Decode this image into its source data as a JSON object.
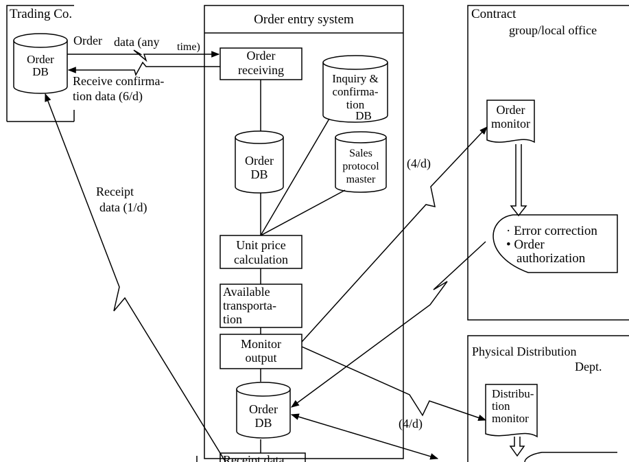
{
  "trading": {
    "title": "Trading Co.",
    "db_line1": "Order",
    "db_line2": "DB",
    "order_data_a": "Order",
    "order_data_b": "data (any",
    "order_data_c": "time)",
    "receive_line1": "Receive confirma-",
    "receive_line2": "tion data (6/d)"
  },
  "oes": {
    "title": "Order entry system",
    "order_receiving_1": "Order",
    "order_receiving_2": "receiving",
    "inquiry_1": "Inquiry &",
    "inquiry_2": "confirma-",
    "inquiry_3": "tion",
    "inquiry_4": "DB",
    "order_db_1": "Order",
    "order_db_2": "DB",
    "sales_1": "Sales",
    "sales_2": "protocol",
    "sales_3": "master",
    "unit_price_1": "Unit price",
    "unit_price_2": "calculation",
    "transport_1": "Available",
    "transport_2": "transporta-",
    "transport_3": "tion",
    "monitor_1": "Monitor",
    "monitor_2": "output",
    "order_db2_1": "Order",
    "order_db2_2": "DB",
    "receipt_data": "Receipt data"
  },
  "receipt_arrow": {
    "line1": "Receipt",
    "line2": "data (1/d)"
  },
  "freq": {
    "upper": "(4/d)",
    "lower": "(4/d)"
  },
  "contract": {
    "title": "Contract",
    "subtitle": "group/local office",
    "order_monitor_1": "Order",
    "order_monitor_2": "monitor",
    "bullet1": "· Error correction",
    "bullet2": "• Order",
    "bullet3": "authorization"
  },
  "distribution": {
    "title": "Physical Distribution",
    "subtitle": "Dept.",
    "monitor_1": "Distribu-",
    "monitor_2": "tion",
    "monitor_3": "monitor"
  }
}
